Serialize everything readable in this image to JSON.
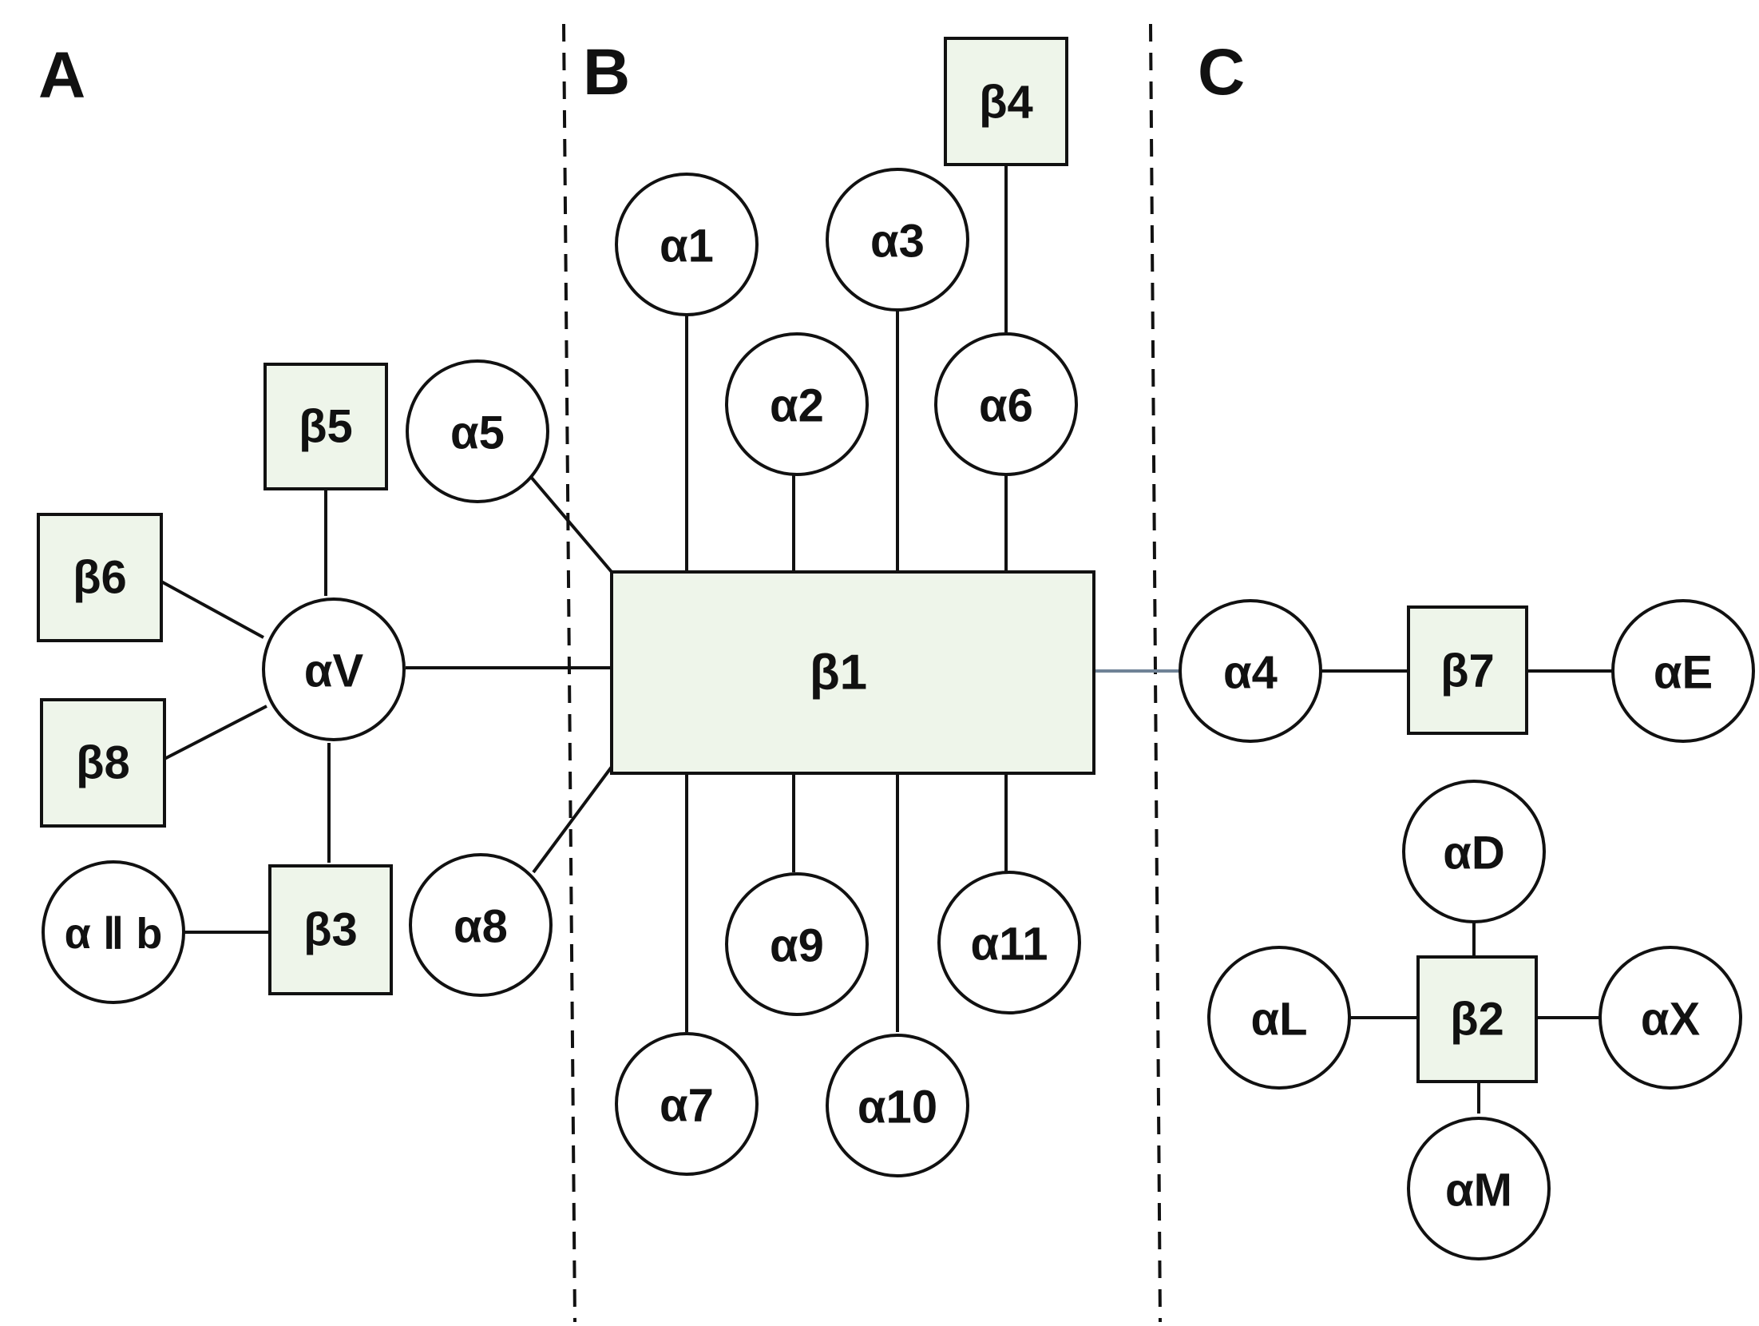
{
  "panels": {
    "a": "A",
    "b": "B",
    "c": "C"
  },
  "nodes": {
    "beta4": "β4",
    "beta5": "β5",
    "beta6": "β6",
    "beta8": "β8",
    "beta3": "β3",
    "beta1": "β1",
    "beta7": "β7",
    "beta2": "β2",
    "alpha1": "α1",
    "alpha2": "α2",
    "alpha3": "α3",
    "alpha5": "α5",
    "alpha6": "α6",
    "alphaV": "αV",
    "alphaIIb": "α Ⅱ b",
    "alpha8": "α8",
    "alpha9": "α9",
    "alpha11": "α11",
    "alpha7": "α7",
    "alpha10": "α10",
    "alpha4": "α4",
    "alphaE": "αE",
    "alphaD": "αD",
    "alphaL": "αL",
    "alphaX": "αX",
    "alphaM": "αM"
  },
  "colors": {
    "square_fill": "#eef5ea",
    "stroke": "#111111",
    "alpha4_link": "#6f8296"
  }
}
